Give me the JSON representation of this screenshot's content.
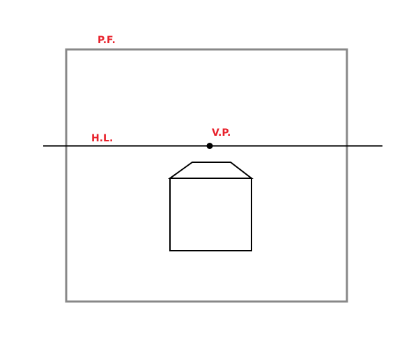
{
  "labels": {
    "picture_frame": "P.F.",
    "horizon_line": "H.L.",
    "vanishing_point": "V.P."
  },
  "colors": {
    "label": "#e8202a",
    "frame": "#888888",
    "lines": "#000000",
    "background": "#ffffff"
  }
}
